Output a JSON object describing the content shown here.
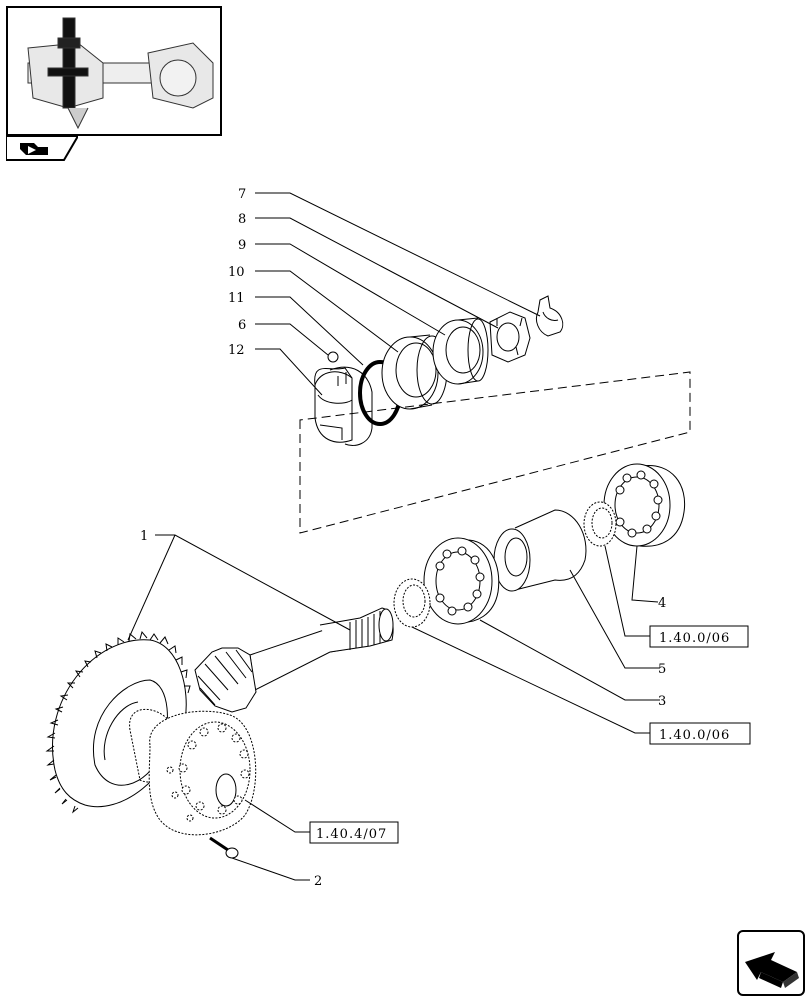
{
  "callouts": {
    "c7": "7",
    "c8": "8",
    "c9": "9",
    "c10": "10",
    "c11": "11",
    "c6": "6",
    "c12": "12",
    "c1": "1",
    "c4": "4",
    "c5": "5",
    "c3": "3",
    "c2": "2"
  },
  "references": {
    "ref_a": "1.40.0/06",
    "ref_b": "1.40.0/06",
    "ref_c": "1.40.4/07"
  },
  "icons": {
    "thumbnail": "axle-assembly-thumbnail",
    "tab": "book-arrow-icon",
    "nav": "previous-page-arrow-icon"
  }
}
